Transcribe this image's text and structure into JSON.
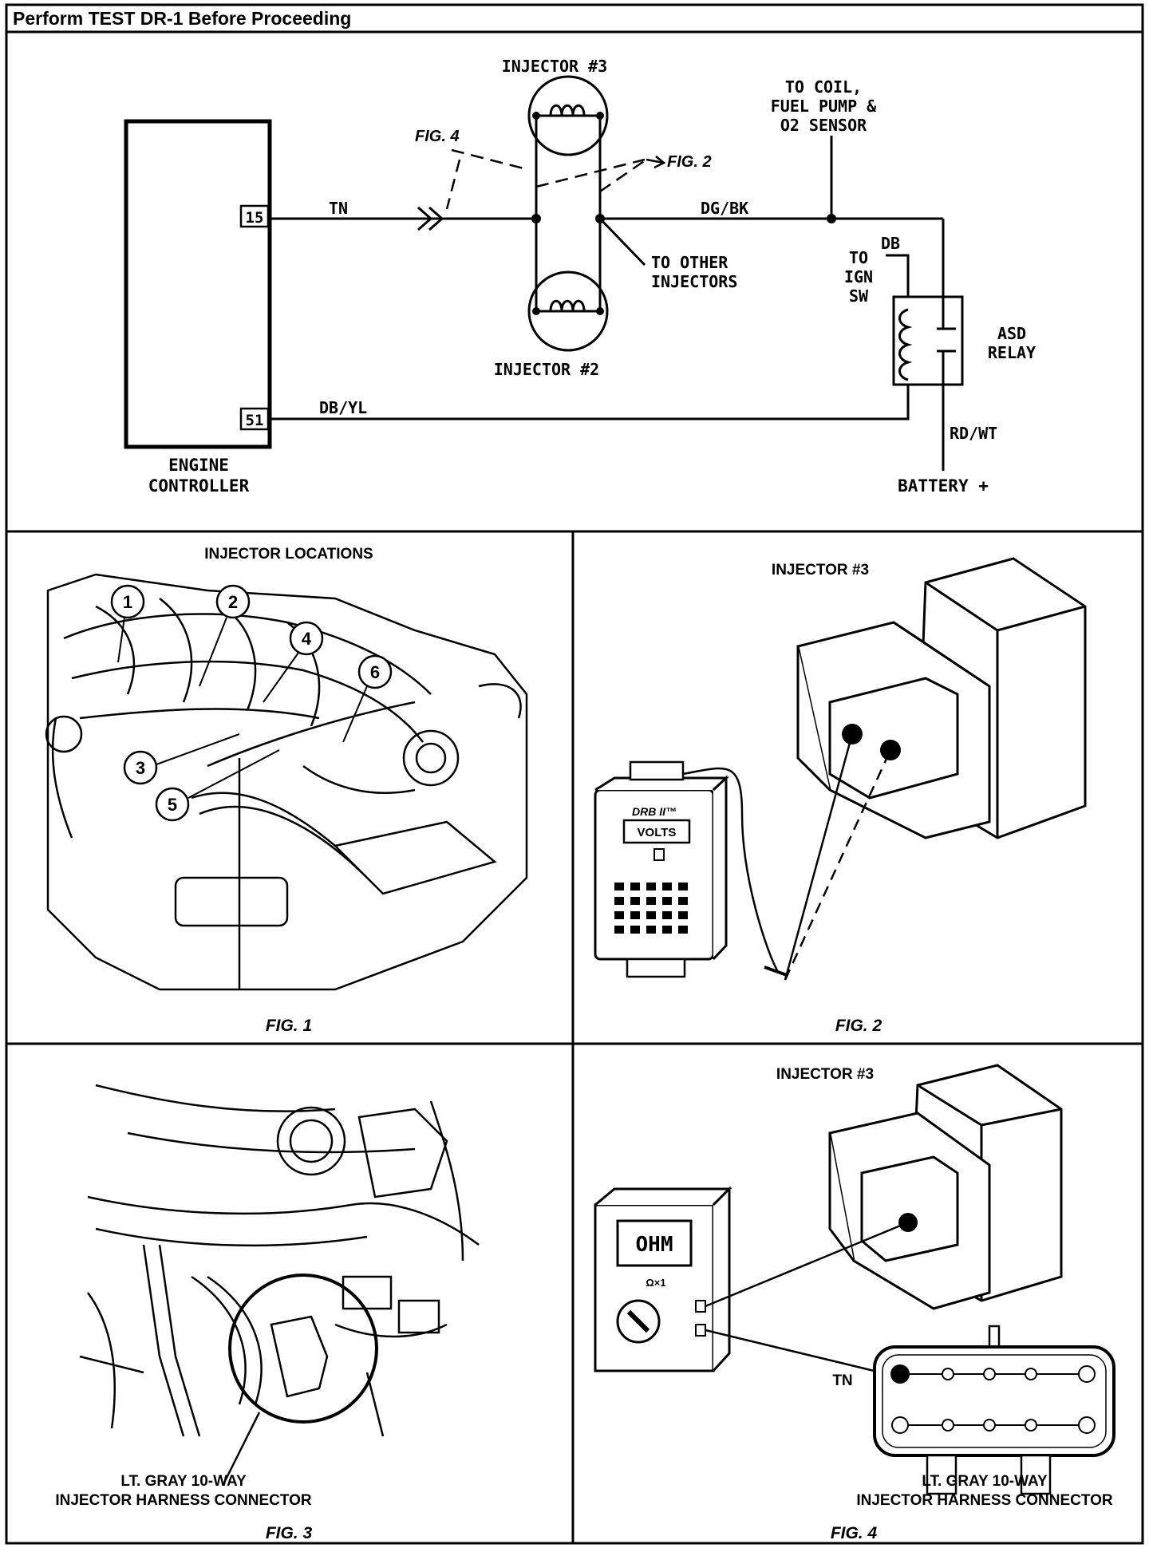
{
  "header": {
    "title": "Perform TEST DR-1 Before Proceeding"
  },
  "schematic": {
    "injector_top": "INJECTOR #3",
    "injector_bottom": "INJECTOR #2",
    "coil_label": [
      "TO COIL,",
      "FUEL PUMP &",
      "O2 SENSOR"
    ],
    "fig4_ref": "FIG. 4",
    "fig2_ref": "FIG. 2",
    "wire_tn": "TN",
    "wire_dgbk": "DG/BK",
    "wire_dbyl": "DB/YL",
    "wire_db": "DB",
    "wire_rdwt": "RD/WT",
    "other_injectors": [
      "TO OTHER",
      "INJECTORS"
    ],
    "ign_sw": [
      "TO",
      "IGN",
      "SW"
    ],
    "asd_relay": [
      "ASD",
      "RELAY"
    ],
    "battery": "BATTERY +",
    "pin_15": "15",
    "pin_51": "51",
    "controller": [
      "ENGINE",
      "CONTROLLER"
    ]
  },
  "fig1": {
    "title": "INJECTOR LOCATIONS",
    "caption": "FIG. 1",
    "callouts": [
      "1",
      "2",
      "3",
      "4",
      "5",
      "6"
    ]
  },
  "fig2": {
    "title": "INJECTOR #3",
    "caption": "FIG. 2",
    "meter_brand": "DRB II™",
    "meter_mode": "VOLTS"
  },
  "fig3": {
    "caption_lines": [
      "LT. GRAY 10-WAY",
      "INJECTOR HARNESS CONNECTOR"
    ],
    "caption": "FIG. 3"
  },
  "fig4": {
    "title": "INJECTOR #3",
    "caption_lines": [
      "LT. GRAY 10-WAY",
      "INJECTOR HARNESS CONNECTOR"
    ],
    "caption": "FIG. 4",
    "meter_display": "OHM",
    "meter_range": "Ω×1",
    "wire": "TN"
  }
}
